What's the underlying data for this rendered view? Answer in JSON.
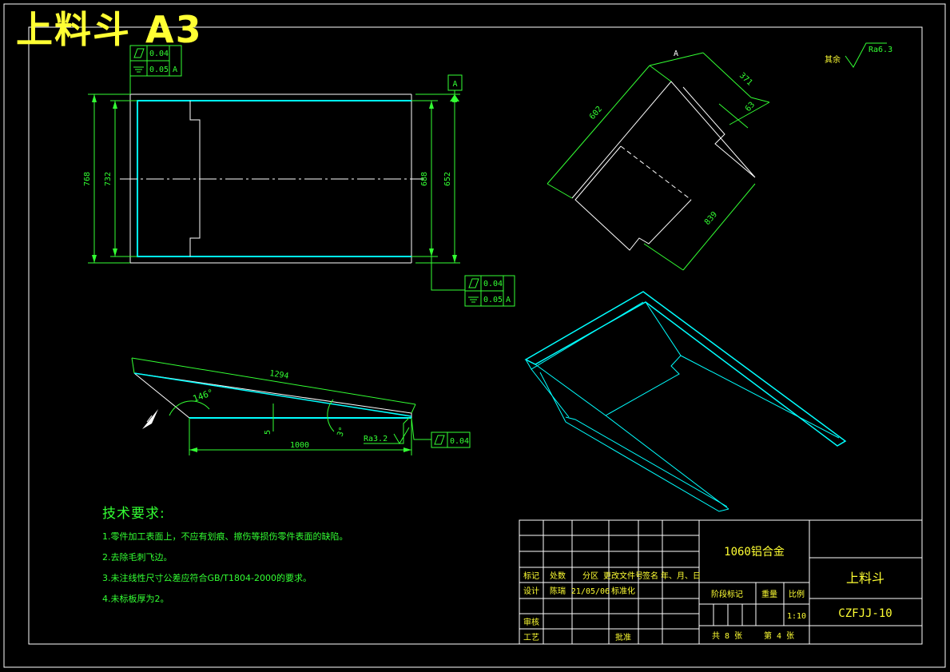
{
  "header": {
    "title": "上料斗 A3"
  },
  "tolerances": {
    "top_left": {
      "flatness": "0.04",
      "parallelism": "0.05",
      "datum": "A"
    },
    "mid_right": {
      "flatness": "0.04",
      "parallelism": "0.05",
      "datum": "A"
    },
    "side_view": {
      "flatness": "0.04"
    },
    "datum_label": "A"
  },
  "dimensions": {
    "top": {
      "outer_height": "768",
      "inner_height": "732",
      "right_inner": "688",
      "right_outer": "652"
    },
    "side": {
      "slant": "1294",
      "angle": "146°",
      "base": "1000",
      "thickness": "5",
      "small_angle": "3°",
      "roughness": "Ra3.2"
    },
    "iso": {
      "label_a": "A",
      "d1": "371",
      "d2": "602",
      "d3": "63",
      "d4": "839"
    }
  },
  "surface": {
    "rest_label": "其余",
    "value": "Ra6.3"
  },
  "notes": {
    "heading": "技术要求:",
    "items": [
      "1.零件加工表面上，不应有划痕、擦伤等损伤零件表面的缺陷。",
      "2.去除毛刺飞边。",
      "3.未注线性尺寸公差应符合GB/T1804-2000的要求。",
      "4.未标板厚为2。"
    ]
  },
  "title_block": {
    "material": "1060铝合金",
    "part_name": "上料斗",
    "drawing_no": "CZFJJ-10",
    "row_labels": [
      "标记",
      "处数",
      "分区",
      "更改文件号",
      "签名",
      "年、月、日"
    ],
    "designer_label": "设计",
    "designer": "陈瑞",
    "date": "21/05/06",
    "standardize": "标准化",
    "review": "审核",
    "process": "工艺",
    "approve": "批准",
    "stage_mark": "阶段标记",
    "weight": "重量",
    "scale_label": "比例",
    "scale": "1:10",
    "sheets": "共 8 张",
    "sheet_no": "第 4 张"
  }
}
